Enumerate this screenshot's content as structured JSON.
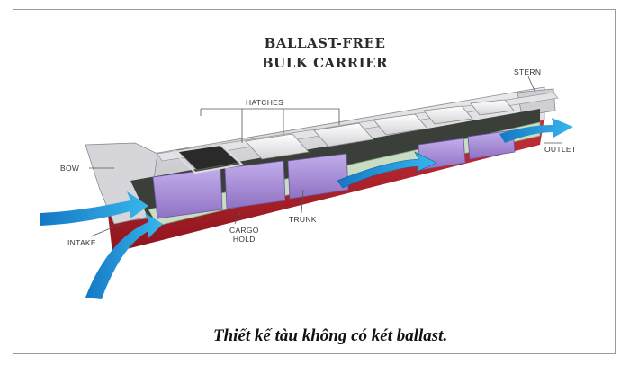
{
  "title": {
    "line1": "BALLAST-FREE",
    "line2": "BULK CARRIER"
  },
  "labels": {
    "stern": "STERN",
    "hatches": "HATCHES",
    "bow": "BOW",
    "outlet": "OUTLET",
    "intake": "INTAKE",
    "cargo_hold_1": "CARGO",
    "cargo_hold_2": "HOLD",
    "trunk": "TRUNK"
  },
  "caption": "Thiết kế tàu không có két ballast.",
  "colors": {
    "hull_red": "#b3202a",
    "hull_grey": "#d9d9dd",
    "cargo_purple": "#a98fd4",
    "trunk_green": "#c9ddc4",
    "water_blue": "#1f95d8",
    "hatch_white": "#f2f2f2"
  }
}
